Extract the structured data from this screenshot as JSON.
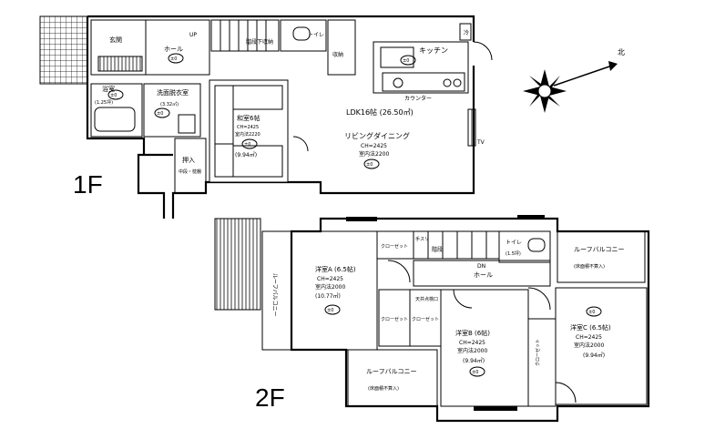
{
  "floors": {
    "first": {
      "label": "1F",
      "rooms": {
        "entrance": "玄関",
        "hall": "ホール",
        "stairs_up": "UP",
        "under_stairs": "階段下収納",
        "toilet": "トイレ",
        "storage": "収納",
        "kitchen": "キッチン",
        "counter": "カウンター",
        "bath": "浴室",
        "bath_size": "(1.25坪)",
        "washroom": "洗面脱衣室",
        "washroom_area": "(3.32㎡)",
        "japanese_room": "和室6帖",
        "japanese_ch": "CH=2425",
        "japanese_ceiling": "室内法2220",
        "japanese_area": "(9.94㎡)",
        "closet": "押入",
        "closet_note": "中段・枕棚",
        "ldk": "LDK16帖 (26.50㎡)",
        "living": "リビングダイニング",
        "living_ch": "CH=2425",
        "living_ceiling": "室内法2200",
        "fridge": "冷",
        "tv": "TV"
      }
    },
    "second": {
      "label": "2F",
      "rooms": {
        "roof_balcony_left": "ルーフバルコニー",
        "room_a": "洋室A (6.5帖)",
        "room_a_ch": "CH=2425",
        "room_a_ceiling": "室内法2000",
        "room_a_area": "(10.77㎡)",
        "closet_a": "クローゼット",
        "stair_rail": "手スリ",
        "stairwell": "階段",
        "dn": "DN",
        "hall": "ホール",
        "toilet": "トイレ",
        "toilet_size": "(1.5坪)",
        "roof_balcony_right": "ルーフバルコニー",
        "roof_balcony_right_note": "(床面積不算入)",
        "room_b": "洋室B (6帖)",
        "room_b_ch": "CH=2425",
        "room_b_ceiling": "室内法2000",
        "room_b_area": "(9.94㎡)",
        "closet_b": "クローゼット",
        "closet_b2": "クローゼット",
        "attic": "天井点検口",
        "room_c": "洋室C (6.5帖)",
        "room_c_ch": "CH=2425",
        "room_c_ceiling": "室内法2000",
        "room_c_area": "(9.94㎡)",
        "closet_c": "クローゼット",
        "roof_balcony_bottom": "ルーフバルコニー",
        "roof_balcony_bottom_note": "(床面積不算入)"
      }
    }
  },
  "compass": {
    "north_label": "北"
  },
  "symbols": {
    "socket": "±0"
  }
}
